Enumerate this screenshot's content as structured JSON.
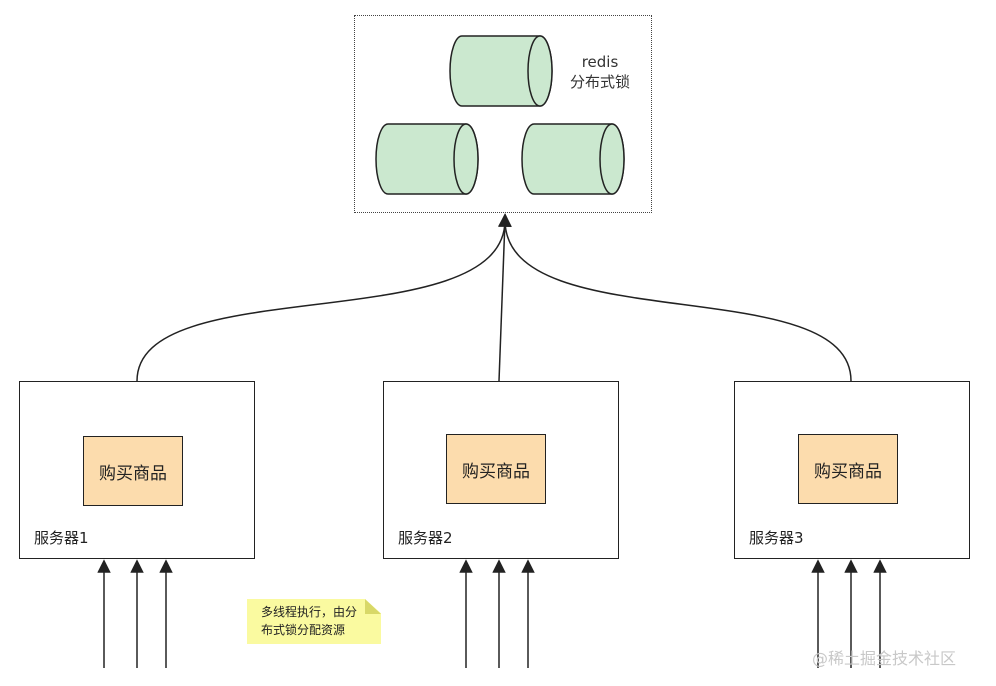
{
  "redis": {
    "label_line1": "redis",
    "label_line2": "分布式锁",
    "node_color": "#cbe8cf"
  },
  "servers": [
    {
      "task": "购买商品",
      "label": "服务器1"
    },
    {
      "task": "购买商品",
      "label": "服务器2"
    },
    {
      "task": "购买商品",
      "label": "服务器3"
    }
  ],
  "note": {
    "line1": "多线程执行，由分",
    "line2": "布式锁分配资源"
  },
  "watermark": "@稀土掘金技术社区",
  "colors": {
    "task": "#fcdcad",
    "note": "#fafaa0",
    "redis_node": "#cbe8cf"
  }
}
